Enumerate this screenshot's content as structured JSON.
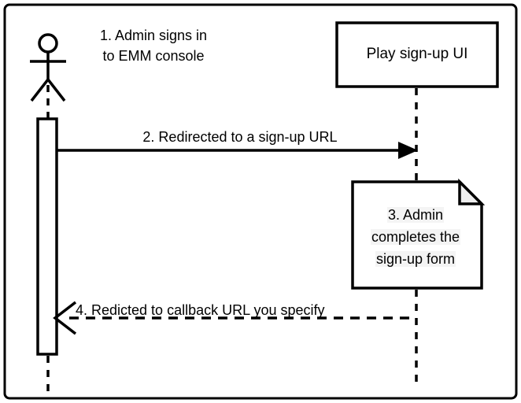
{
  "diagram": {
    "type": "sequence-diagram",
    "title": "",
    "border_color": "#000000",
    "background": "#ffffff",
    "line_color": "#000000",
    "note_fill": "#ffffff",
    "note_fold_fill": "#efefef",
    "text_highlight": "#f4f4f4"
  },
  "actor": {
    "name": "admin-actor",
    "label": "",
    "lifeline_style": "dashed"
  },
  "participants": [
    {
      "name": "play-signup-ui",
      "label": "Play sign-up UI",
      "shape": "rectangle",
      "lifeline_style": "dashed"
    }
  ],
  "messages": [
    {
      "number": "1",
      "label": "1. Admin signs in",
      "label_line2": "to EMM console",
      "kind": "annotation",
      "arrow": "none"
    },
    {
      "number": "2",
      "label": "2. Redirected to a sign-up URL",
      "kind": "call",
      "arrow": "solid-filled",
      "direction": "right"
    },
    {
      "number": "3",
      "label_line1": "3. Admin",
      "label_line2": "completes the",
      "label_line3": "sign-up form",
      "kind": "note",
      "arrow": "none"
    },
    {
      "number": "4",
      "label": "4. Redicted to callback URL you specify",
      "kind": "return",
      "arrow": "dashed-open",
      "direction": "left"
    }
  ]
}
